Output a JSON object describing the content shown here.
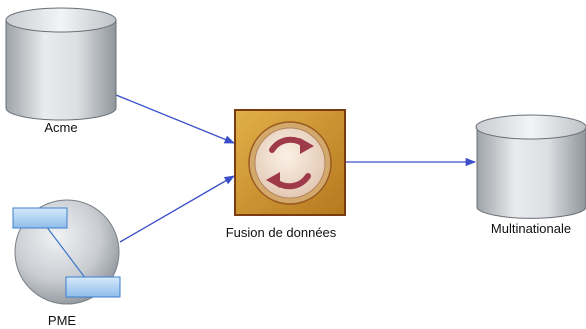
{
  "nodes": {
    "acme": {
      "label": "Acme",
      "kind": "database-icon"
    },
    "pme": {
      "label": "PME",
      "kind": "network-icon"
    },
    "fusion": {
      "label": "Fusion de données",
      "kind": "transform-icon"
    },
    "multinationale": {
      "label": "Multinationale",
      "kind": "database-icon"
    }
  },
  "edges": [
    {
      "from": "acme",
      "to": "fusion"
    },
    {
      "from": "pme",
      "to": "fusion"
    },
    {
      "from": "fusion",
      "to": "multinationale"
    }
  ],
  "colors": {
    "connector": "#3a4fc8",
    "transform_fill": "#c8922e",
    "transform_border": "#7a3d12",
    "cylinder_fill": "#d2d6da",
    "node_box": "#9fc8ee"
  }
}
